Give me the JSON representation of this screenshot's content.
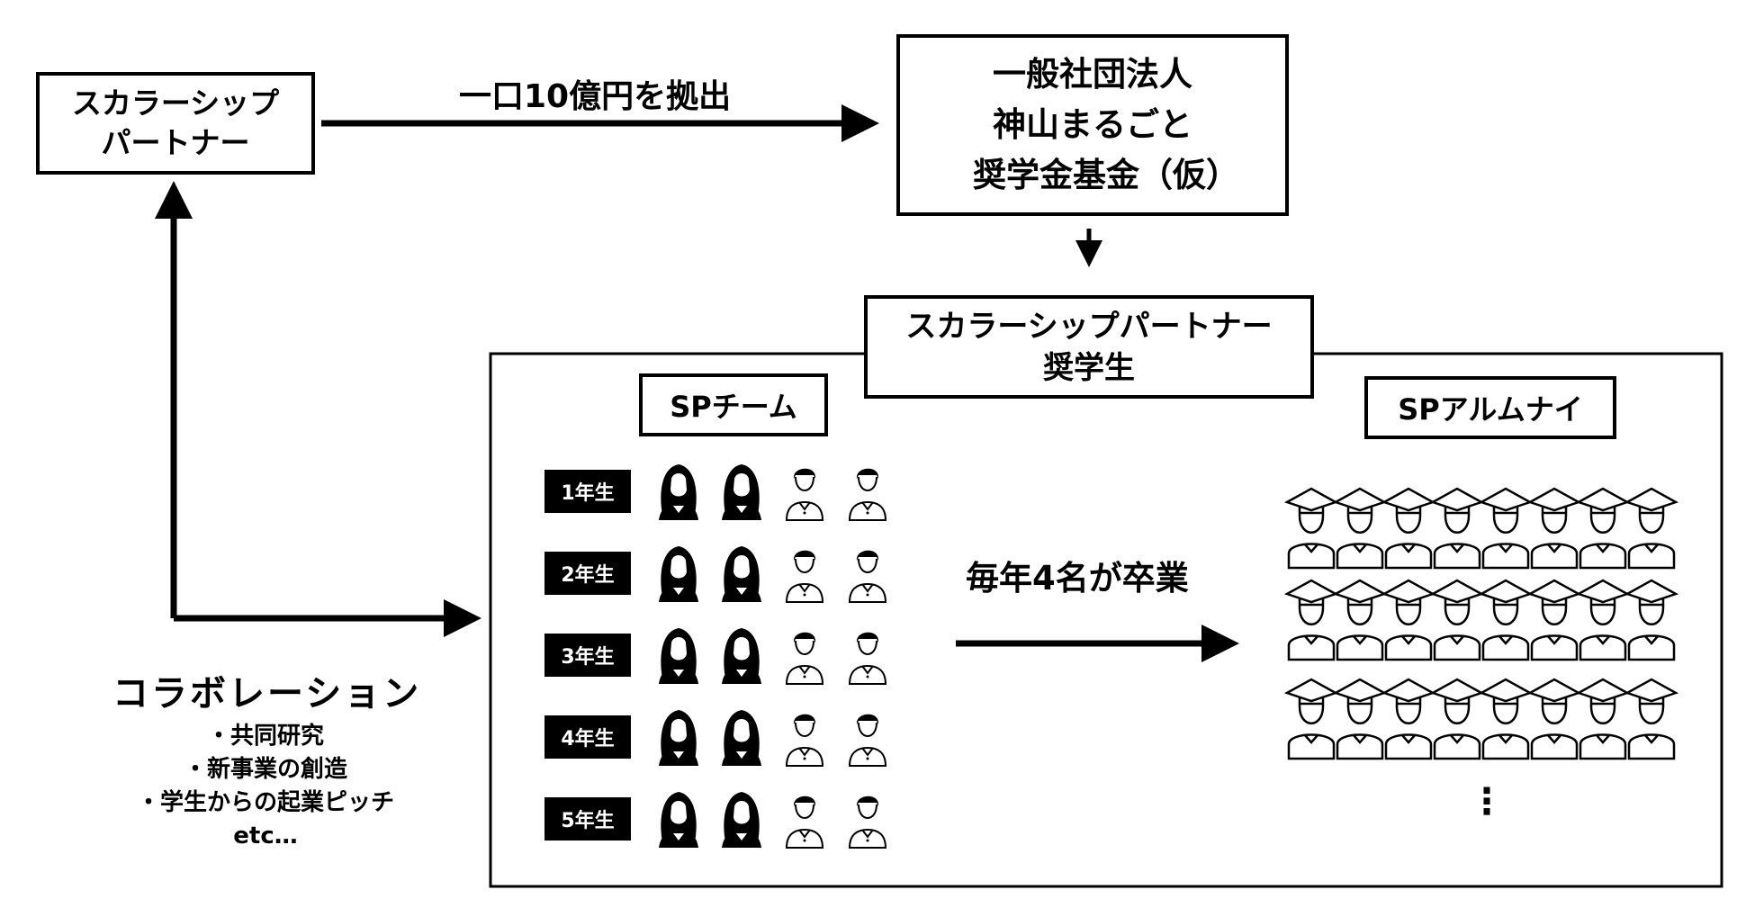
{
  "partner_box": {
    "lines": [
      "スカラーシップ",
      "パートナー"
    ]
  },
  "contribution_label": "一口10億円を拠出",
  "fund_box": {
    "lines": [
      "一般社団法人",
      "神山まるごと",
      "奨学金基金（仮）"
    ]
  },
  "scholar_box": {
    "lines": [
      "スカラーシップパートナー",
      "奨学生"
    ]
  },
  "sp_team_label": "SPチーム",
  "sp_alumni_label": "SPアルムナイ",
  "grades": [
    {
      "label": "1年生",
      "students": [
        "female",
        "female",
        "male",
        "male"
      ]
    },
    {
      "label": "2年生",
      "students": [
        "female",
        "female",
        "male",
        "male"
      ]
    },
    {
      "label": "3年生",
      "students": [
        "female",
        "female",
        "male",
        "male"
      ]
    },
    {
      "label": "4年生",
      "students": [
        "female",
        "female",
        "male",
        "male"
      ]
    },
    {
      "label": "5年生",
      "students": [
        "female",
        "female",
        "male",
        "male"
      ]
    }
  ],
  "graduation_label": "毎年4名が卒業",
  "alumni_rows": 3,
  "alumni_per_row": 8,
  "alumni_more": "⋮",
  "collaboration": {
    "title": "コラボレーション",
    "items": [
      "・共同研究",
      "・新事業の創造",
      "・学生からの起業ピッチ",
      "etc…"
    ]
  }
}
